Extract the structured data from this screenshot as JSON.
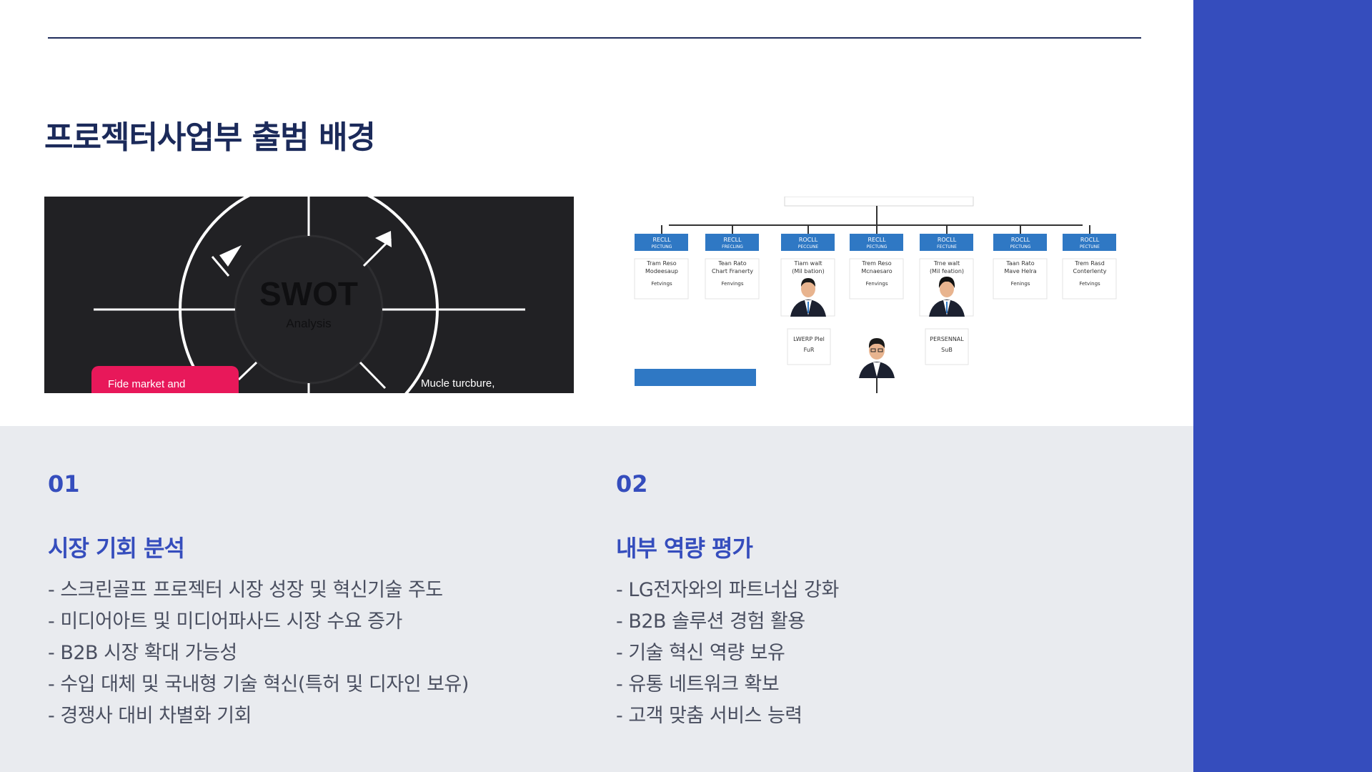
{
  "slide": {
    "title": "프로젝터사업부 출범 배경"
  },
  "images": {
    "swot": {
      "center_label": "SWOT",
      "center_sublabel": "Analysis",
      "callout_left": "Fide market and",
      "callout_right": "Mucle turcbure,",
      "accent_color": "#e8185a"
    },
    "org_chart": {
      "box_header_line1": [
        "RECLL",
        "RECLL",
        "ROCLL",
        "RECLL",
        "ROCLL",
        "ROCLL",
        "ROCLL"
      ],
      "box_header_line2": [
        "PECTUNG",
        "FRECLING",
        "PECCUNE",
        "PECTUNG",
        "FECTUNE",
        "PECTUNG",
        "PECTUNE"
      ],
      "box_text_line1": [
        "Tram Reso",
        "Tean Rato",
        "Tiam walt",
        "Trem Reso",
        "Trne walt",
        "Taan Rato",
        "Trem Rasd"
      ],
      "box_text_line2": [
        "Modeesaup",
        "Chart Franerty",
        "(Mil bation)",
        "Mcnaesaro",
        "(Mil feation)",
        "Mave Helra",
        "Conterlenty"
      ],
      "box_text_line3": [
        "Fetvings",
        "Fenvings",
        "",
        "Fenvings",
        "",
        "Fenings",
        "Fetvings"
      ],
      "lower_left_line1": "LWERP Plel",
      "lower_left_line2": "FuR",
      "lower_right_line1": "PERSENNAL",
      "lower_right_line2": "SuB",
      "accent_color": "#2f78c4"
    }
  },
  "columns": [
    {
      "number": "01",
      "heading": "시장 기회 분석",
      "items": [
        "- 스크린골프 프로젝터 시장 성장 및 혁신기술 주도",
        "- 미디어아트 및 미디어파사드 시장 수요 증가",
        "- B2B 시장 확대 가능성",
        "- 수입 대체 및 국내형 기술 혁신(특허 및 디자인 보유)",
        "- 경쟁사 대비 차별화 기회"
      ]
    },
    {
      "number": "02",
      "heading": "내부 역량 평가",
      "items": [
        "- LG전자와의 파트너십 강화",
        "- B2B 솔루션 경험 활용",
        "- 기술 혁신 역량 보유",
        "- 유통 네트워크 확보",
        "- 고객 맞춤 서비스 능력"
      ]
    }
  ],
  "colors": {
    "accent": "#354dbd",
    "title": "#1b2a5a",
    "panel_bg": "#e9ebef"
  }
}
